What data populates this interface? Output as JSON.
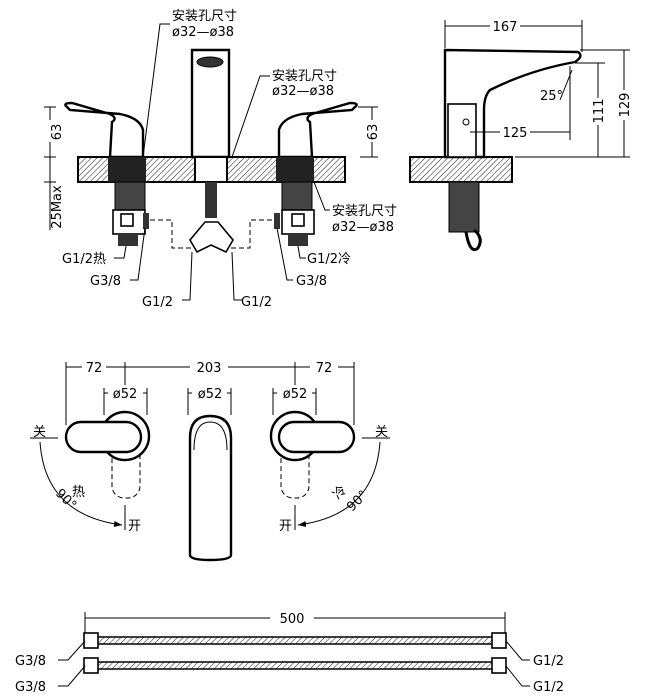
{
  "front_view": {
    "hole_note_1": {
      "title": "安装孔尺寸",
      "size": "ø32—ø38"
    },
    "hole_note_2": {
      "title": "安装孔尺寸",
      "size": "ø32—ø38"
    },
    "hole_note_3": {
      "title": "安装孔尺寸",
      "size": "ø32—ø38"
    },
    "dim_left_63": "63",
    "dim_right_63": "63",
    "dim_25max": "25Max",
    "label_hot_inlet": "G1/2热",
    "label_cold_inlet": "G1/2冷",
    "label_g38_left": "G3/8",
    "label_g38_right": "G3/8",
    "label_g12_left": "G1/2",
    "label_g12_right": "G1/2"
  },
  "side_view": {
    "dim_167": "167",
    "dim_129": "129",
    "dim_111": "111",
    "dim_125": "125",
    "angle_25": "25°"
  },
  "top_view": {
    "dim_72_left": "72",
    "dim_203": "203",
    "dim_72_right": "72",
    "dia_left": "ø52",
    "dia_center": "ø52",
    "dia_right": "ø52",
    "close_left": "关",
    "close_right": "关",
    "open_left": "开",
    "open_right": "开",
    "hot": "热",
    "cold": "冷",
    "angle_left": "90°",
    "angle_right": "90°"
  },
  "hoses": {
    "dim_500": "500",
    "end_left_1": "G3/8",
    "end_left_2": "G3/8",
    "end_right_1": "G1/2",
    "end_right_2": "G1/2"
  }
}
